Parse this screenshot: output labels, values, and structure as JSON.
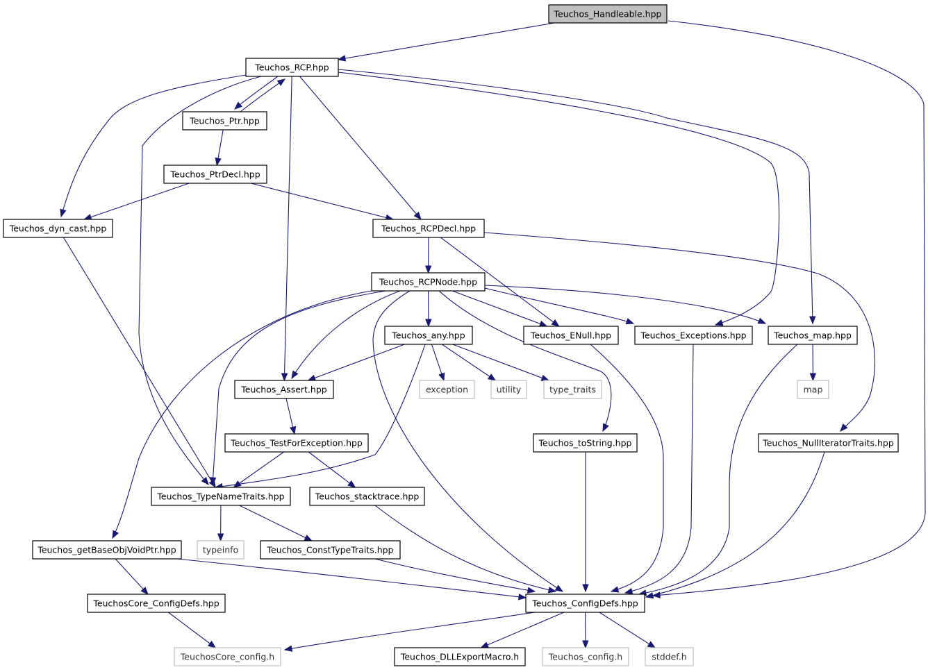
{
  "colors": {
    "edge": "#191970",
    "root_fill": "#bfbfbf",
    "node_fill": "#ffffff",
    "node_border": "#000000",
    "external_border": "#bfbfbf",
    "external_text": "#333333"
  },
  "nodes": [
    {
      "id": "handleable",
      "label": "Teuchos_Handleable.hpp",
      "kind": "root"
    },
    {
      "id": "rcp",
      "label": "Teuchos_RCP.hpp",
      "kind": "file"
    },
    {
      "id": "ptr",
      "label": "Teuchos_Ptr.hpp",
      "kind": "file"
    },
    {
      "id": "ptrdecl",
      "label": "Teuchos_PtrDecl.hpp",
      "kind": "file"
    },
    {
      "id": "dyncast",
      "label": "Teuchos_dyn_cast.hpp",
      "kind": "file"
    },
    {
      "id": "rcpdecl",
      "label": "Teuchos_RCPDecl.hpp",
      "kind": "file"
    },
    {
      "id": "rcpnode",
      "label": "Teuchos_RCPNode.hpp",
      "kind": "file"
    },
    {
      "id": "any",
      "label": "Teuchos_any.hpp",
      "kind": "file"
    },
    {
      "id": "enull",
      "label": "Teuchos_ENull.hpp",
      "kind": "file"
    },
    {
      "id": "exceptions",
      "label": "Teuchos_Exceptions.hpp",
      "kind": "file"
    },
    {
      "id": "map",
      "label": "Teuchos_map.hpp",
      "kind": "file"
    },
    {
      "id": "assert",
      "label": "Teuchos_Assert.hpp",
      "kind": "file"
    },
    {
      "id": "exception",
      "label": "exception",
      "kind": "external"
    },
    {
      "id": "utility",
      "label": "utility",
      "kind": "external"
    },
    {
      "id": "typetraits",
      "label": "type_traits",
      "kind": "external"
    },
    {
      "id": "stdmap",
      "label": "map",
      "kind": "external"
    },
    {
      "id": "testforexc",
      "label": "Teuchos_TestForException.hpp",
      "kind": "file"
    },
    {
      "id": "tostring",
      "label": "Teuchos_toString.hpp",
      "kind": "file"
    },
    {
      "id": "nulliter",
      "label": "Teuchos_NullIteratorTraits.hpp",
      "kind": "file"
    },
    {
      "id": "typename",
      "label": "Teuchos_TypeNameTraits.hpp",
      "kind": "file"
    },
    {
      "id": "stacktrace",
      "label": "Teuchos_stacktrace.hpp",
      "kind": "file"
    },
    {
      "id": "getbase",
      "label": "Teuchos_getBaseObjVoidPtr.hpp",
      "kind": "file"
    },
    {
      "id": "typeinfo",
      "label": "typeinfo",
      "kind": "external"
    },
    {
      "id": "consttype",
      "label": "Teuchos_ConstTypeTraits.hpp",
      "kind": "file"
    },
    {
      "id": "coreconfigdefs",
      "label": "TeuchosCore_ConfigDefs.hpp",
      "kind": "file"
    },
    {
      "id": "configdefs",
      "label": "Teuchos_ConfigDefs.hpp",
      "kind": "file"
    },
    {
      "id": "coreconfig",
      "label": "TeuchosCore_config.h",
      "kind": "external"
    },
    {
      "id": "dllexport",
      "label": "Teuchos_DLLExportMacro.h",
      "kind": "file"
    },
    {
      "id": "tconfig",
      "label": "Teuchos_config.h",
      "kind": "external"
    },
    {
      "id": "stddef",
      "label": "stddef.h",
      "kind": "external"
    }
  ],
  "edges": [
    {
      "from": "handleable",
      "to": "rcp"
    },
    {
      "from": "handleable",
      "to": "configdefs"
    },
    {
      "from": "rcp",
      "to": "ptr"
    },
    {
      "from": "ptr",
      "to": "rcp"
    },
    {
      "from": "rcp",
      "to": "dyncast"
    },
    {
      "from": "rcp",
      "to": "typename"
    },
    {
      "from": "rcp",
      "to": "assert"
    },
    {
      "from": "rcp",
      "to": "rcpdecl"
    },
    {
      "from": "rcp",
      "to": "exceptions"
    },
    {
      "from": "rcp",
      "to": "map"
    },
    {
      "from": "ptr",
      "to": "ptrdecl"
    },
    {
      "from": "ptrdecl",
      "to": "dyncast"
    },
    {
      "from": "ptrdecl",
      "to": "rcpdecl"
    },
    {
      "from": "dyncast",
      "to": "typename"
    },
    {
      "from": "rcpdecl",
      "to": "rcpnode"
    },
    {
      "from": "rcpdecl",
      "to": "enull"
    },
    {
      "from": "rcpdecl",
      "to": "nulliter"
    },
    {
      "from": "rcpnode",
      "to": "any"
    },
    {
      "from": "rcpnode",
      "to": "enull"
    },
    {
      "from": "rcpnode",
      "to": "exceptions"
    },
    {
      "from": "rcpnode",
      "to": "map"
    },
    {
      "from": "rcpnode",
      "to": "assert"
    },
    {
      "from": "rcpnode",
      "to": "typename"
    },
    {
      "from": "rcpnode",
      "to": "getbase"
    },
    {
      "from": "rcpnode",
      "to": "configdefs"
    },
    {
      "from": "rcpnode",
      "to": "tostring"
    },
    {
      "from": "any",
      "to": "assert"
    },
    {
      "from": "any",
      "to": "exception"
    },
    {
      "from": "any",
      "to": "utility"
    },
    {
      "from": "any",
      "to": "typetraits"
    },
    {
      "from": "any",
      "to": "typename"
    },
    {
      "from": "enull",
      "to": "configdefs"
    },
    {
      "from": "exceptions",
      "to": "configdefs"
    },
    {
      "from": "map",
      "to": "stdmap"
    },
    {
      "from": "map",
      "to": "configdefs"
    },
    {
      "from": "assert",
      "to": "testforexc"
    },
    {
      "from": "testforexc",
      "to": "typename"
    },
    {
      "from": "testforexc",
      "to": "stacktrace"
    },
    {
      "from": "tostring",
      "to": "configdefs"
    },
    {
      "from": "nulliter",
      "to": "configdefs"
    },
    {
      "from": "typename",
      "to": "typeinfo"
    },
    {
      "from": "typename",
      "to": "consttype"
    },
    {
      "from": "stacktrace",
      "to": "configdefs"
    },
    {
      "from": "getbase",
      "to": "coreconfigdefs"
    },
    {
      "from": "getbase",
      "to": "configdefs"
    },
    {
      "from": "consttype",
      "to": "configdefs"
    },
    {
      "from": "coreconfigdefs",
      "to": "coreconfig"
    },
    {
      "from": "configdefs",
      "to": "coreconfig"
    },
    {
      "from": "configdefs",
      "to": "dllexport"
    },
    {
      "from": "configdefs",
      "to": "tconfig"
    },
    {
      "from": "configdefs",
      "to": "stddef"
    }
  ]
}
